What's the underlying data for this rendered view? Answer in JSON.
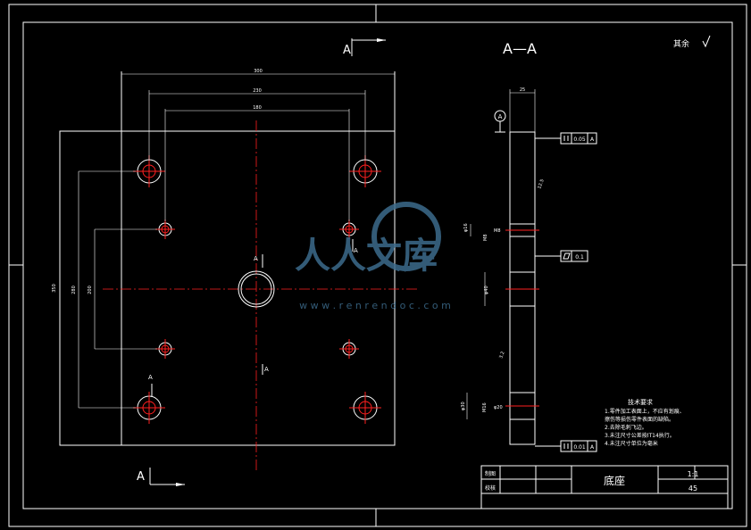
{
  "drawing": {
    "section_label": "A—A",
    "surface_note": "其余",
    "section_marker": "A",
    "dims": {
      "outer_width": "300",
      "hole_spacing_large": "230",
      "hole_spacing_small": "180",
      "outer_height": "350",
      "vertical_large": "280",
      "vertical_small": "200",
      "thickness": "25",
      "roughness_right": "12.5",
      "roughness_left": "3.2",
      "bolt_counterbore": "φ16",
      "bolt_thread": "M8",
      "center_bore": "φ40",
      "cb_large": "φ30",
      "cb_thread": "M16",
      "cb_depth": "φ20",
      "datum": "A"
    },
    "tolerances": {
      "parallel_top": "0.05",
      "parallel_top_ref": "A",
      "flatness": "0.1",
      "parallel_bottom": "0.01",
      "parallel_bottom_ref": "A"
    },
    "tech_requirements": {
      "title": "技术要求",
      "items": [
        "1.零件加工表面上，不应有划痕、",
        "擦伤等损伤零件表面的缺陷。",
        "2.去除毛刺飞边。",
        "3.未注尺寸公差按IT14执行。",
        "4.未注尺寸单位为毫米"
      ]
    }
  },
  "title_block": {
    "drawn_label": "制图",
    "checked_label": "校核",
    "part_name": "底座",
    "scale": "1:1",
    "material": "45"
  },
  "watermark": {
    "text": "人人文库",
    "url": "w w w . r e n r e n d o c . c o m"
  }
}
